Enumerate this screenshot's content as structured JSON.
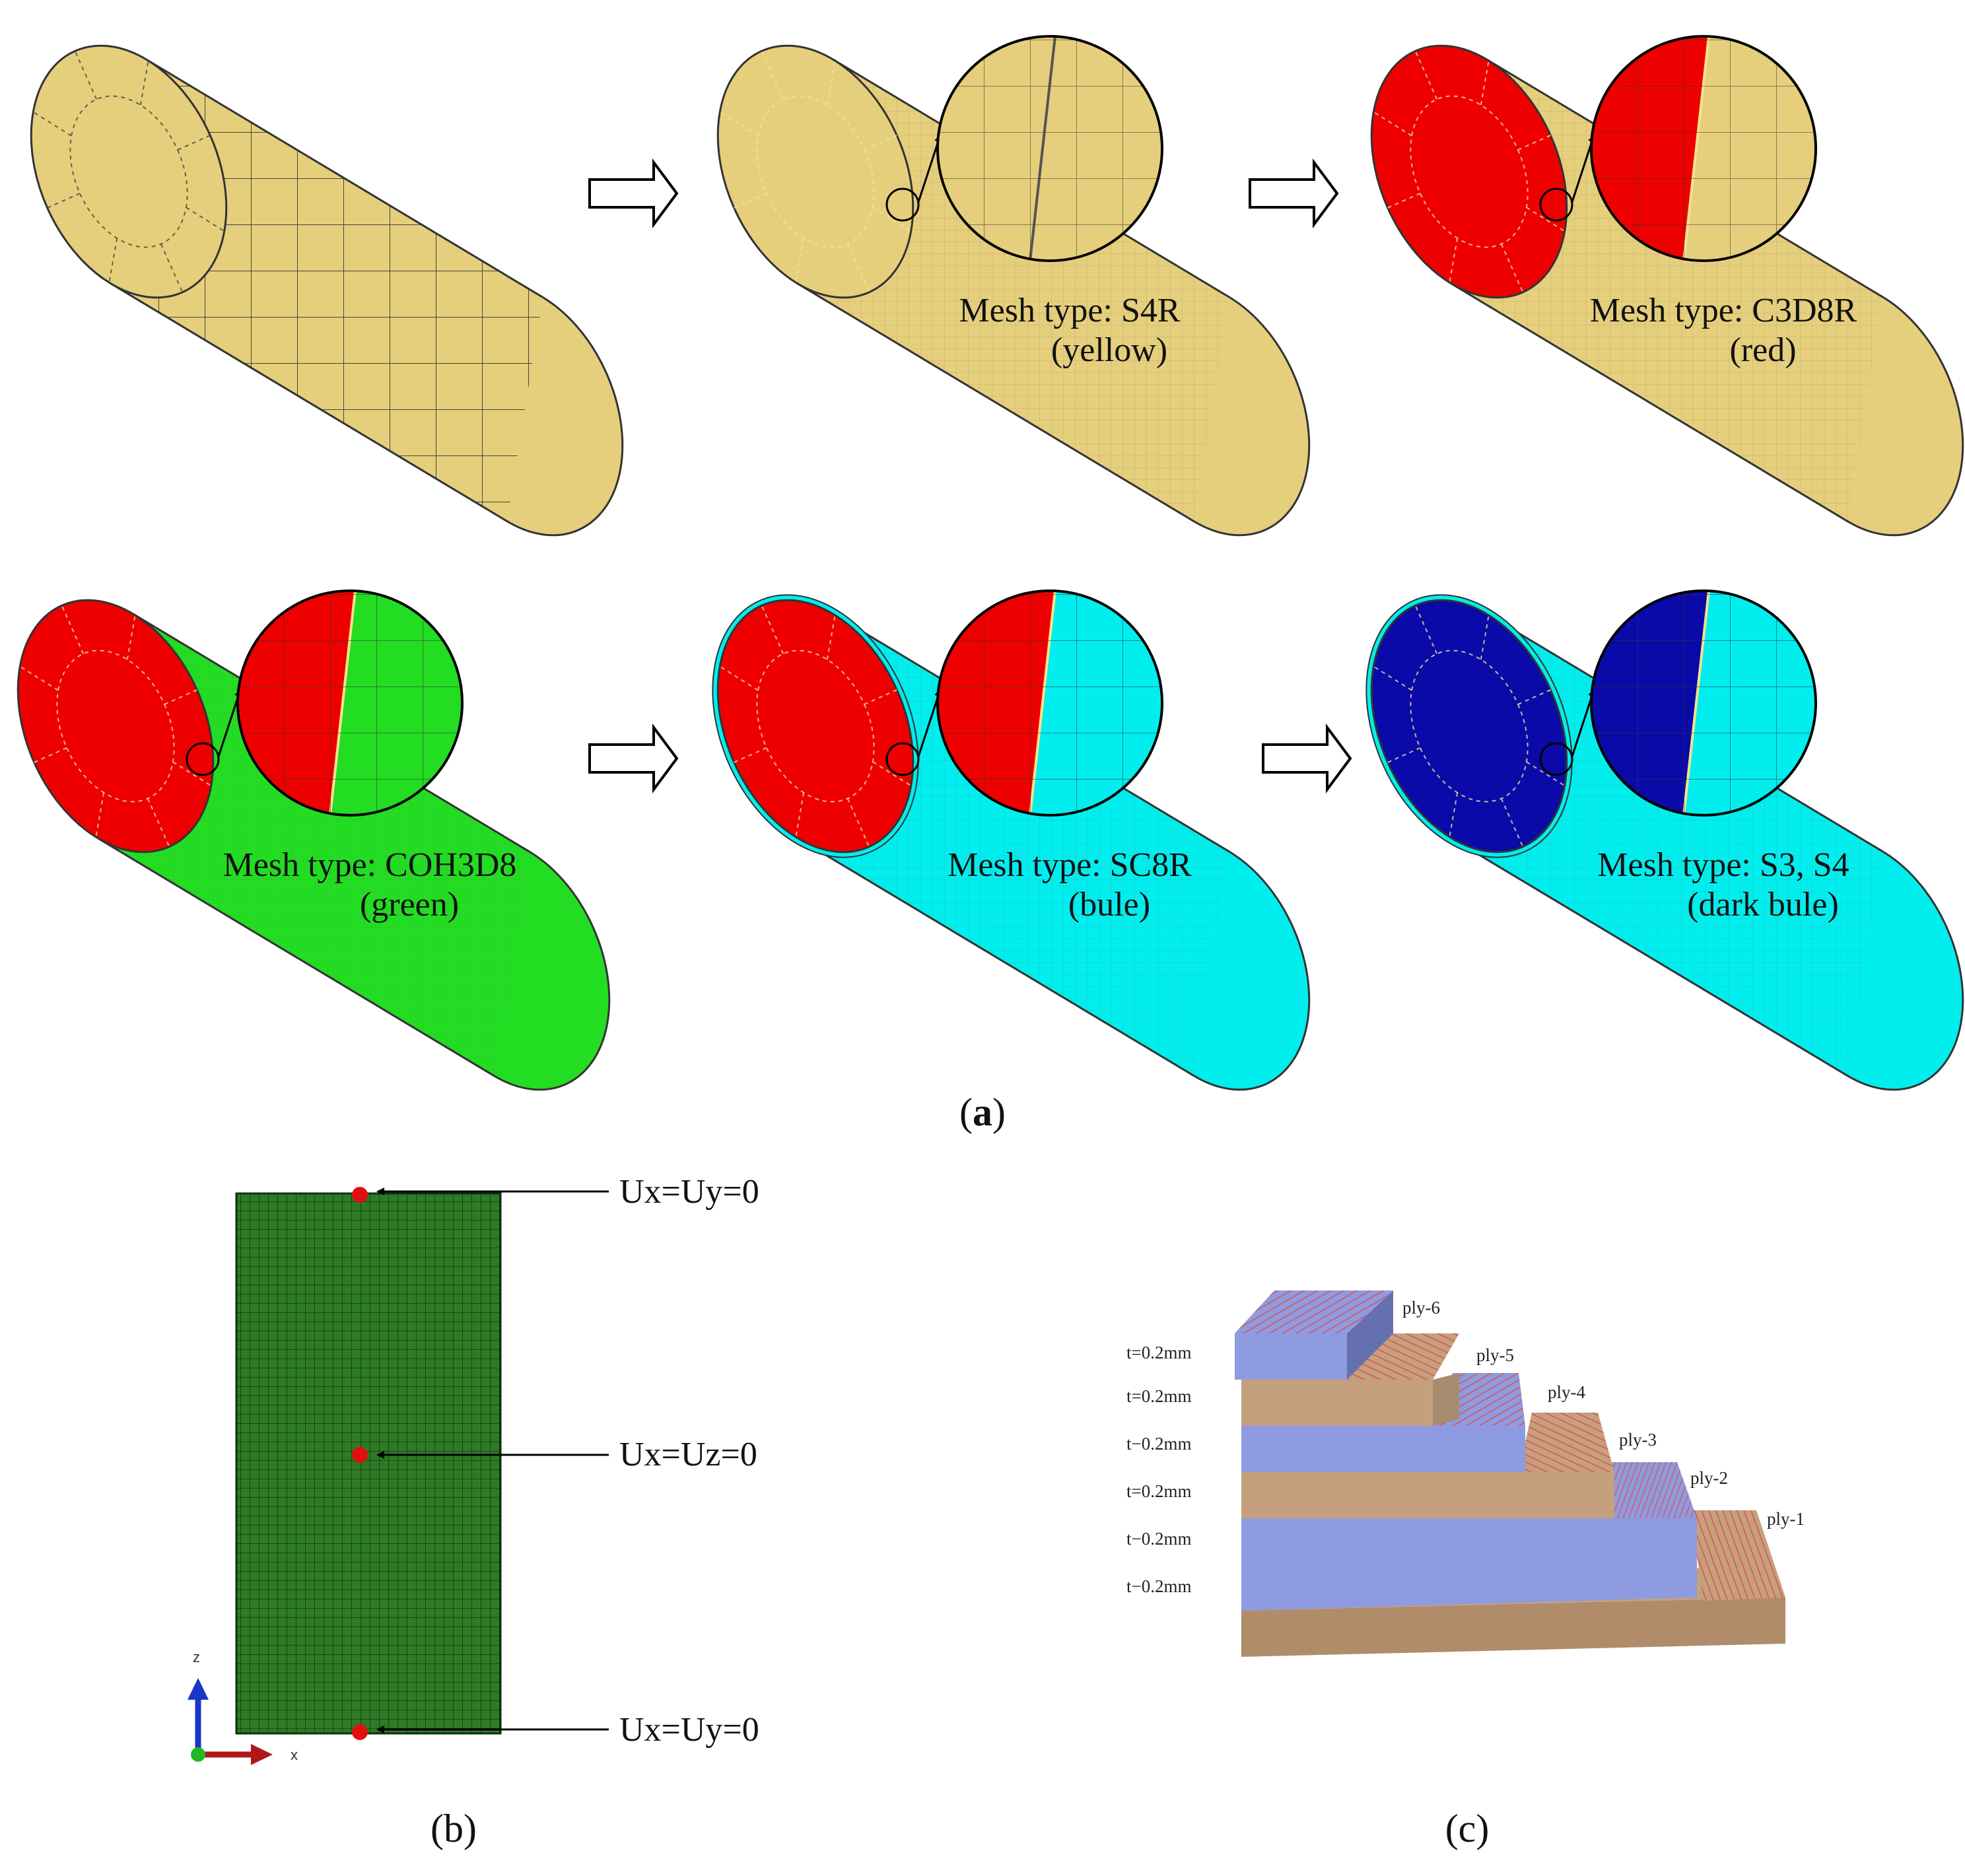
{
  "panel_a": {
    "caption_open": "(",
    "caption_letter": "a",
    "caption_close": ")",
    "colors": {
      "yellow": "#e6cf7c",
      "red": "#ee0000",
      "green": "#22dd22",
      "cyan": "#00eeee",
      "dark_blue": "#0a0aa8"
    },
    "items": [
      {
        "mesh_line": "",
        "color_line": ""
      },
      {
        "mesh_line": "Mesh type: S4R",
        "color_line": "(yellow)"
      },
      {
        "mesh_line": "Mesh type: C3D8R",
        "color_line": "(red)"
      },
      {
        "mesh_line": "Mesh type: COH3D8",
        "color_line": "(green)"
      },
      {
        "mesh_line": "Mesh type: SC8R",
        "color_line": "(bule)"
      },
      {
        "mesh_line": "Mesh type: S3, S4",
        "color_line": "(dark bule)"
      }
    ]
  },
  "panel_b": {
    "caption": "(b)",
    "constraints": [
      "Ux=Uy=0",
      "Ux=Uz=0",
      "Ux=Uy=0"
    ],
    "axes": {
      "z": "z",
      "x": "x"
    },
    "colors": {
      "mesh": "#2f7a26",
      "node": "#e01010"
    }
  },
  "panel_c": {
    "caption": "(c)",
    "thickness_labels": [
      "t=0.2mm",
      "t=0.2mm",
      "t−0.2mm",
      "t=0.2mm",
      "t−0.2mm",
      "t−0.2mm"
    ],
    "ply_labels": [
      "ply-6",
      "ply-5",
      "ply-4",
      "ply-3",
      "ply-2",
      "ply-1"
    ],
    "colors": {
      "blue_ply": "#8e9be0",
      "tan_ply": "#c4a07e",
      "stripe": "#e05050"
    }
  }
}
